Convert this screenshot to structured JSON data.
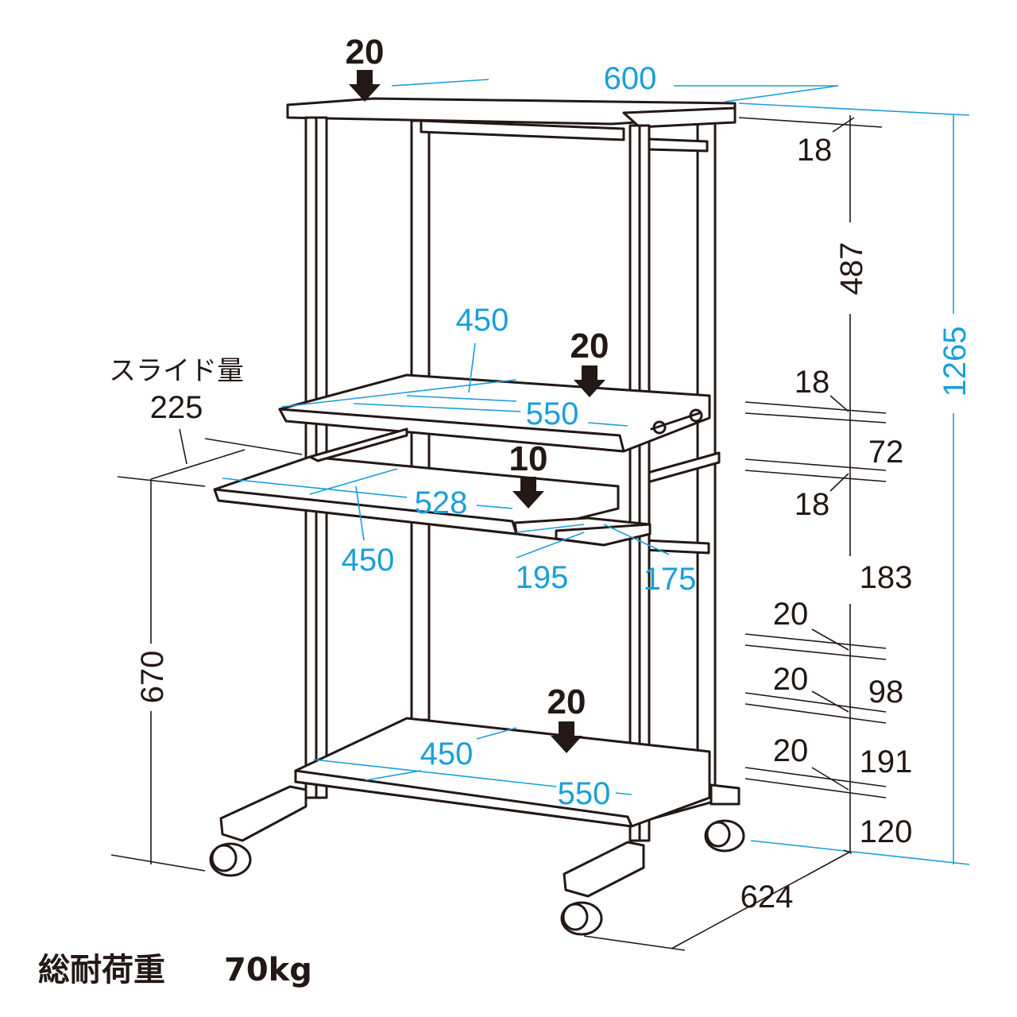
{
  "loads": {
    "top_shelf": "20",
    "middle_shelf": "20",
    "keyboard_tray": "10",
    "bottom_shelf": "20"
  },
  "dimensions": {
    "overall_width": "600",
    "overall_height": "1265",
    "overall_depth": "624",
    "floor_to_tray": "670",
    "top_board_thickness": "18",
    "top_gap": "487",
    "shelf_thickness_upper": "18",
    "shelf_gap": "72",
    "tray_thickness": "18",
    "gap_lower": "183",
    "board_a_thickness": "20",
    "gap_middle": "98",
    "board_b_thickness": "20",
    "gap_bottom": "191",
    "board_c_thickness": "20",
    "floor_gap": "120",
    "middle_shelf_depth": "450",
    "middle_shelf_width": "550",
    "tray_width": "528",
    "tray_depth": "450",
    "mouse_tray_width": "195",
    "mouse_tray_depth": "175",
    "bottom_shelf_depth": "450",
    "bottom_shelf_width": "550"
  },
  "slide": {
    "label": "スライド量",
    "value": "225"
  },
  "caption": {
    "label": "総耐荷重",
    "value": "70kg"
  }
}
